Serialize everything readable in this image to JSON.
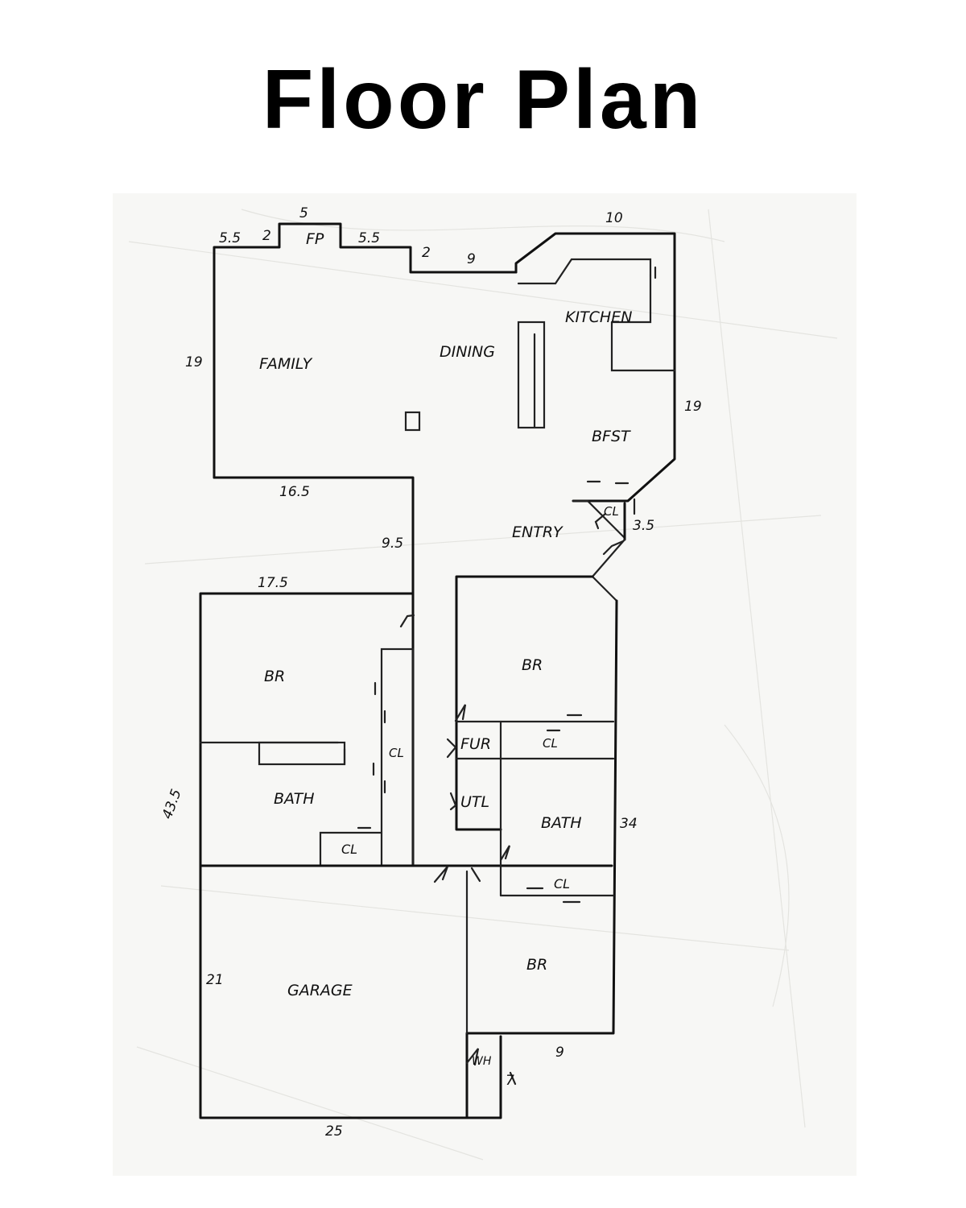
{
  "title": "Floor Plan",
  "rooms": {
    "family": "FAMILY",
    "dining": "DINING",
    "kitchen": "KITCHEN",
    "bfst": "BFST",
    "entry": "ENTRY",
    "fp": "FP",
    "br_west": "BR",
    "br_east": "BR",
    "br_south": "BR",
    "bath_west": "BATH",
    "bath_east": "BATH",
    "cl_hall": "CL",
    "cl_bath_west": "CL",
    "cl_entry": "CL",
    "cl_fur": "CL",
    "cl_south": "CL",
    "fur": "FUR",
    "utl": "UTL",
    "garage": "GARAGE",
    "wh": "WH"
  },
  "dimensions": {
    "top_5_5_left": "5.5",
    "top_2_left": "2",
    "top_5": "5",
    "top_5_5_right": "5.5",
    "top_2_right": "2",
    "top_9": "9",
    "kitchen_10": "10",
    "family_19": "19",
    "bfst_19": "19",
    "family_16_5": "16.5",
    "hall_9_5": "9.5",
    "br_17_5": "17.5",
    "entry_3_5": "3.5",
    "west_43_5": "43.5",
    "east_34": "34",
    "garage_21": "21",
    "garage_25": "25",
    "south_9": "9",
    "wh_7": "7"
  }
}
